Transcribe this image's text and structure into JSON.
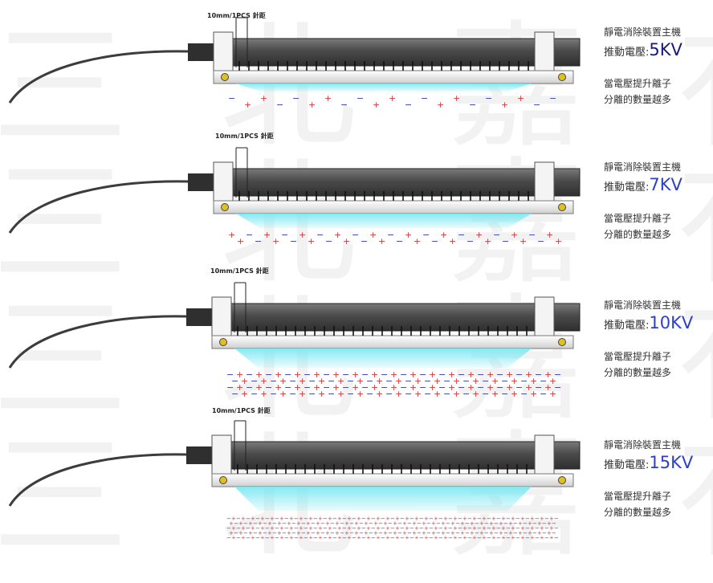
{
  "watermark": "三 北 嘉 有 限 公 司",
  "colors": {
    "bar_dark": "#4a4a4a",
    "bar_light": "#e9e9e9",
    "ion_cloud": "#7ee8f2",
    "plus_color": "#d63b3b",
    "minus_color": "#2f3fbf"
  },
  "panels": [
    {
      "pitch_label": "10mm/1PCS 針距",
      "line1": "靜電消除裝置主機",
      "voltage_prefix": "推動電壓:",
      "voltage_value": "5KV",
      "line3": "當電壓提升離子",
      "line4": "分離的數量越多",
      "ion_density": 1
    },
    {
      "pitch_label": "10mm/1PCS 針距",
      "line1": "靜電消除裝置主機",
      "voltage_prefix": "推動電壓:",
      "voltage_value": "7KV",
      "line3": "當電壓提升離子",
      "line4": "分離的數量越多",
      "ion_density": 2
    },
    {
      "pitch_label": "10mm/1PCS 針距",
      "line1": "靜電消除裝置主機",
      "voltage_prefix": "推動電壓:",
      "voltage_value": "10KV",
      "line3": "當電壓提升離子",
      "line4": "分離的數量越多",
      "ion_density": 3
    },
    {
      "pitch_label": "10mm/1PCS 針距",
      "line1": "靜電消除裝置主機",
      "voltage_prefix": "推動電壓:",
      "voltage_value": "15KV",
      "line3": "當電壓提升離子",
      "line4": "分離的數量越多",
      "ion_density": 4
    }
  ]
}
